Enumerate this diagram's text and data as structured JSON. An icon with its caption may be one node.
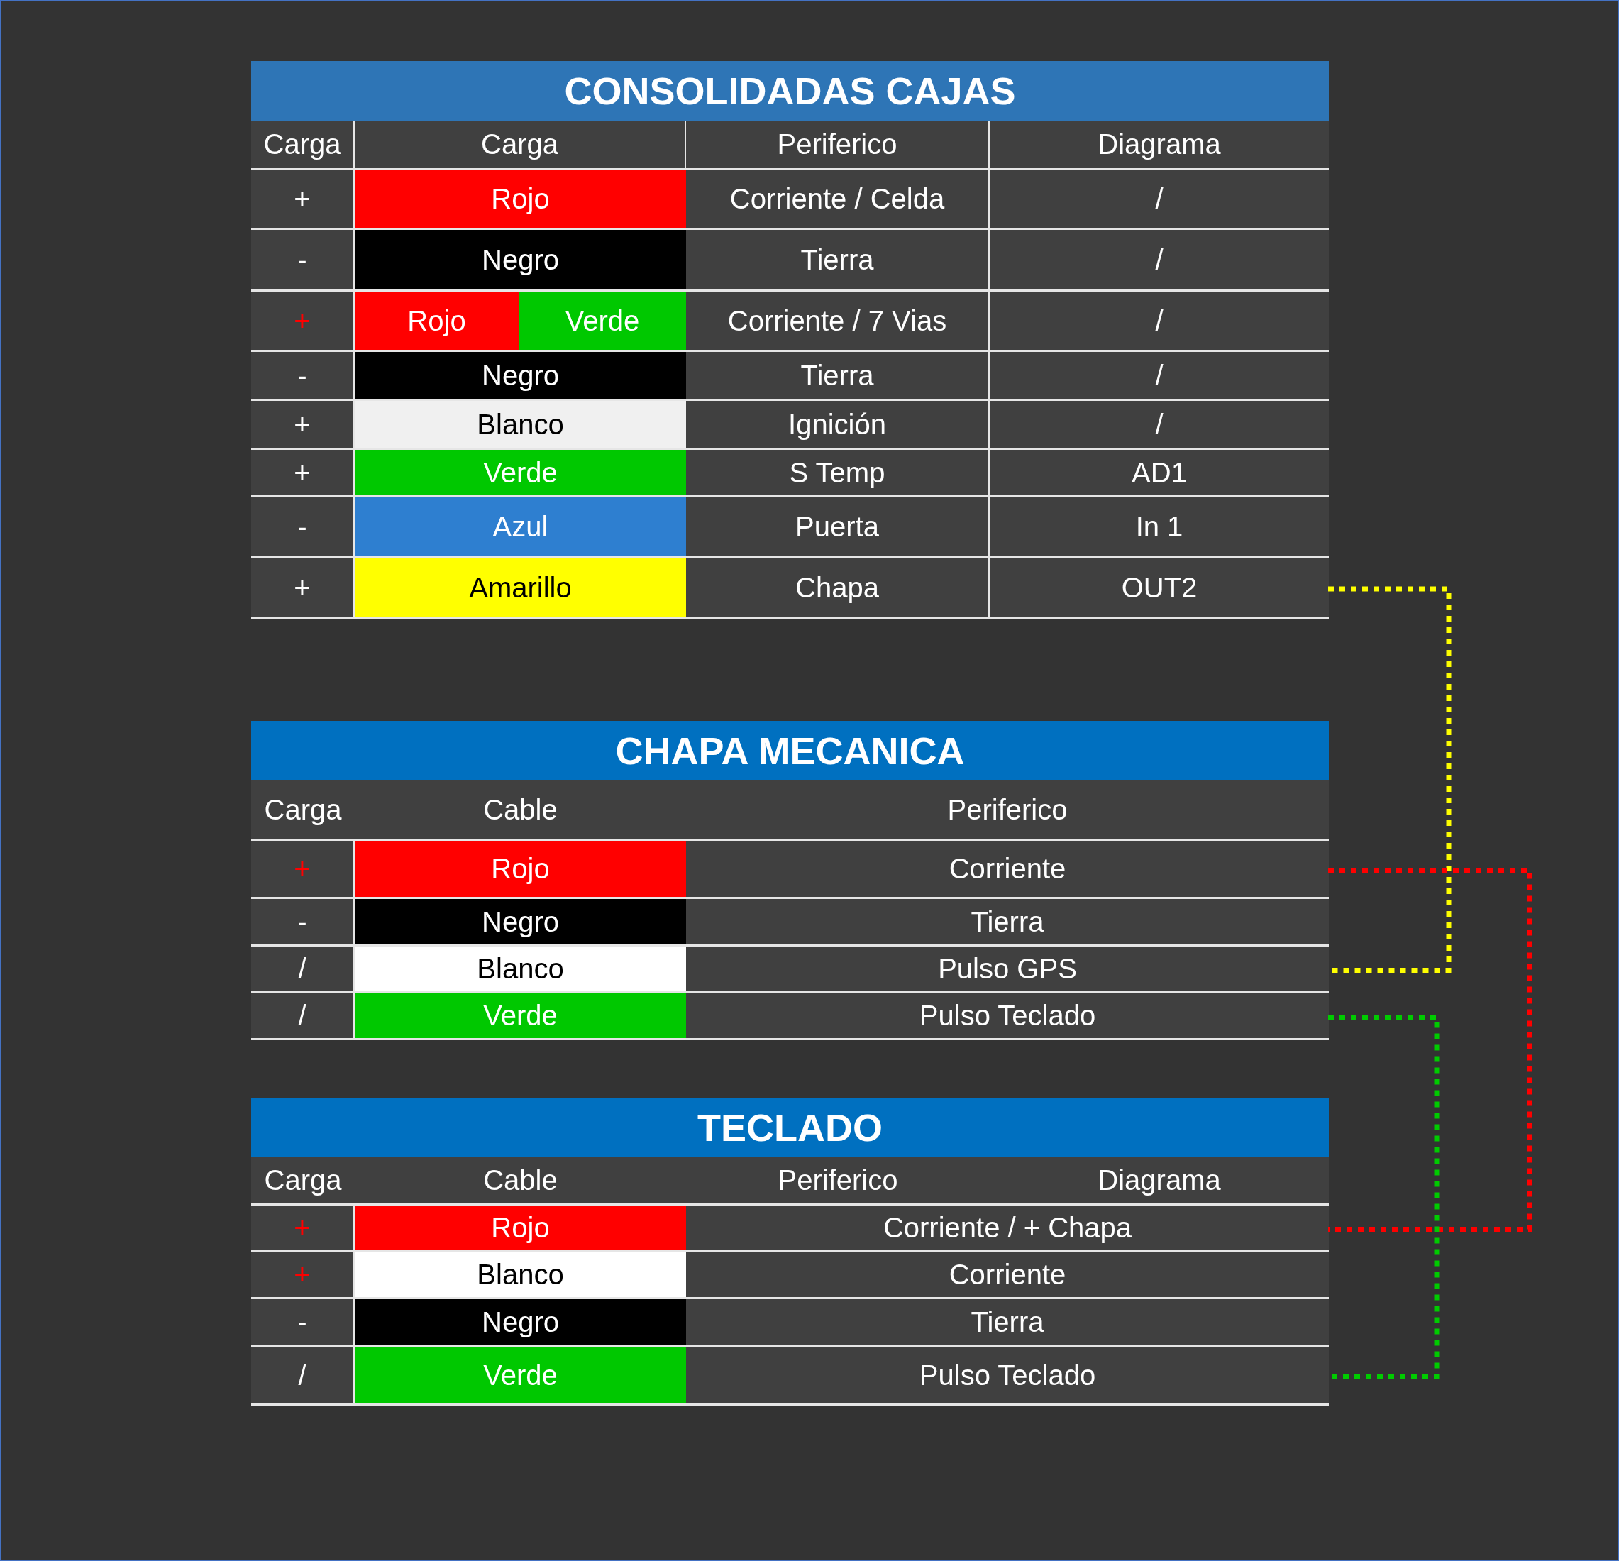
{
  "diagram": {
    "nodes": [
      {
        "text": [
          "CONSOLIDADAS CAJAS"
        ]
      },
      {
        "text": [
          "OUT2"
        ],
        "in": 0
      },
      {
        "text": [
          "CHAPA MECANICA"
        ]
      },
      {
        "text": [
          "Corriente"
        ],
        "in": 2
      },
      {
        "text": [
          "Pulso GPS"
        ],
        "in": 2
      },
      {
        "text": [
          "Pulso Teclado"
        ],
        "in": 2
      },
      {
        "text": [
          "TECLADO"
        ]
      },
      {
        "text": [
          "Corriente / + Chapa"
        ],
        "in": 6
      },
      {
        "text": [
          "Pulso Teclado"
        ],
        "in": 6
      }
    ],
    "edges": [
      {
        "from": 1,
        "to": 4,
        "arrow": "none",
        "style": "dashed",
        "color": "#ffff00"
      },
      {
        "from": 3,
        "to": 7,
        "arrow": "none",
        "style": "dashed",
        "color": "#ff0000"
      },
      {
        "from": 5,
        "to": 8,
        "arrow": "none",
        "style": "dashed",
        "color": "#00cc00"
      }
    ],
    "labels": [
      "Carga",
      "Carga",
      "Periferico",
      "Diagrama",
      "+",
      "Rojo",
      "Corriente / Celda",
      "/",
      "-",
      "Negro",
      "Tierra",
      "/",
      "+",
      "Rojo",
      "Verde",
      "Corriente / 7 Vias",
      "/",
      "-",
      "Negro",
      "Tierra",
      "/",
      "+",
      "Blanco",
      "Ignición",
      "/",
      "+",
      "Verde",
      "S Temp",
      "AD1",
      "-",
      "Azul",
      "Puerta",
      "In 1",
      "+",
      "Amarillo",
      "Chapa",
      "Carga",
      "Cable",
      "Periferico",
      "+",
      "Rojo",
      "-",
      "Negro",
      "Tierra",
      "/",
      "Blanco",
      "/",
      "Verde",
      "Carga",
      "Cable",
      "Periferico",
      "Diagrama",
      "+",
      "Rojo",
      "+",
      "Blanco",
      "Corriente",
      "-",
      "Negro",
      "Tierra",
      "/",
      "Verde"
    ]
  }
}
